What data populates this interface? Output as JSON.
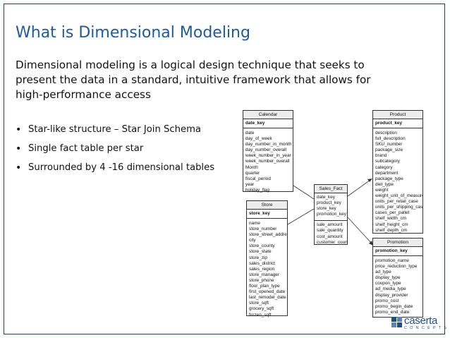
{
  "slide": {
    "title": "What is Dimensional Modeling",
    "intro": "Dimensional modeling is a logical design technique that seeks to present the data in a standard, intuitive framework that allows for high-performance access",
    "bullets": [
      "Star-like structure – Star Join Schema",
      "Single fact table per star",
      "Surrounded by 4 -16 dimensional tables"
    ]
  },
  "diagram": {
    "calendar": {
      "title": "Calendar",
      "key": "date_key",
      "fields": [
        "date",
        "day_of_week",
        "day_number_in_month",
        "day_number_overall",
        "week_number_in_year",
        "week_number_overall",
        "Month",
        "quarter",
        "fiscal_period",
        "year",
        "holiday_flag"
      ]
    },
    "product": {
      "title": "Product",
      "key": "product_key",
      "fields": [
        "description",
        "full_description",
        "SKU_number",
        "package_size",
        "brand",
        "subcategory",
        "category",
        "department",
        "package_type",
        "diet_type",
        "weight",
        "weight_unit_of_measure",
        "units_per_retail_case",
        "units_per_shipping_case",
        "cases_per_pallet",
        "shelf_width_cm",
        "shelf_height_cm",
        "shelf_depth_cm"
      ]
    },
    "sales_fact": {
      "title": "Sales_Fact",
      "keys": [
        "date_key",
        "product_key",
        "store_key",
        "promotion_key"
      ],
      "measures": [
        "sale_amount",
        "sale_quantity",
        "cost_amount",
        "customer_count"
      ]
    },
    "store": {
      "title": "Store",
      "key": "store_key",
      "fields": [
        "name",
        "store_number",
        "store_street_address",
        "city",
        "store_county",
        "store_state",
        "store_zip",
        "sales_district",
        "sales_region",
        "store_manager",
        "store_phone",
        "floor_plan_type",
        "first_opened_date",
        "last_remodel_date",
        "store_sqft",
        "grocery_sqft",
        "frozen_sqft"
      ]
    },
    "promotion": {
      "title": "Promotion",
      "key": "promotion_key",
      "fields": [
        "promotion_name",
        "price_reduction_type",
        "ad_type",
        "display_type",
        "coupon_type",
        "ad_media_type",
        "display_provider",
        "promo_cost",
        "promo_begin_date",
        "promo_end_date"
      ]
    }
  },
  "logo": {
    "word": "caserta",
    "sub": "CONCEPTS",
    "color": "#1f4d85"
  },
  "colors": {
    "title": "#1f5a99",
    "frame": "#1f3f63"
  }
}
